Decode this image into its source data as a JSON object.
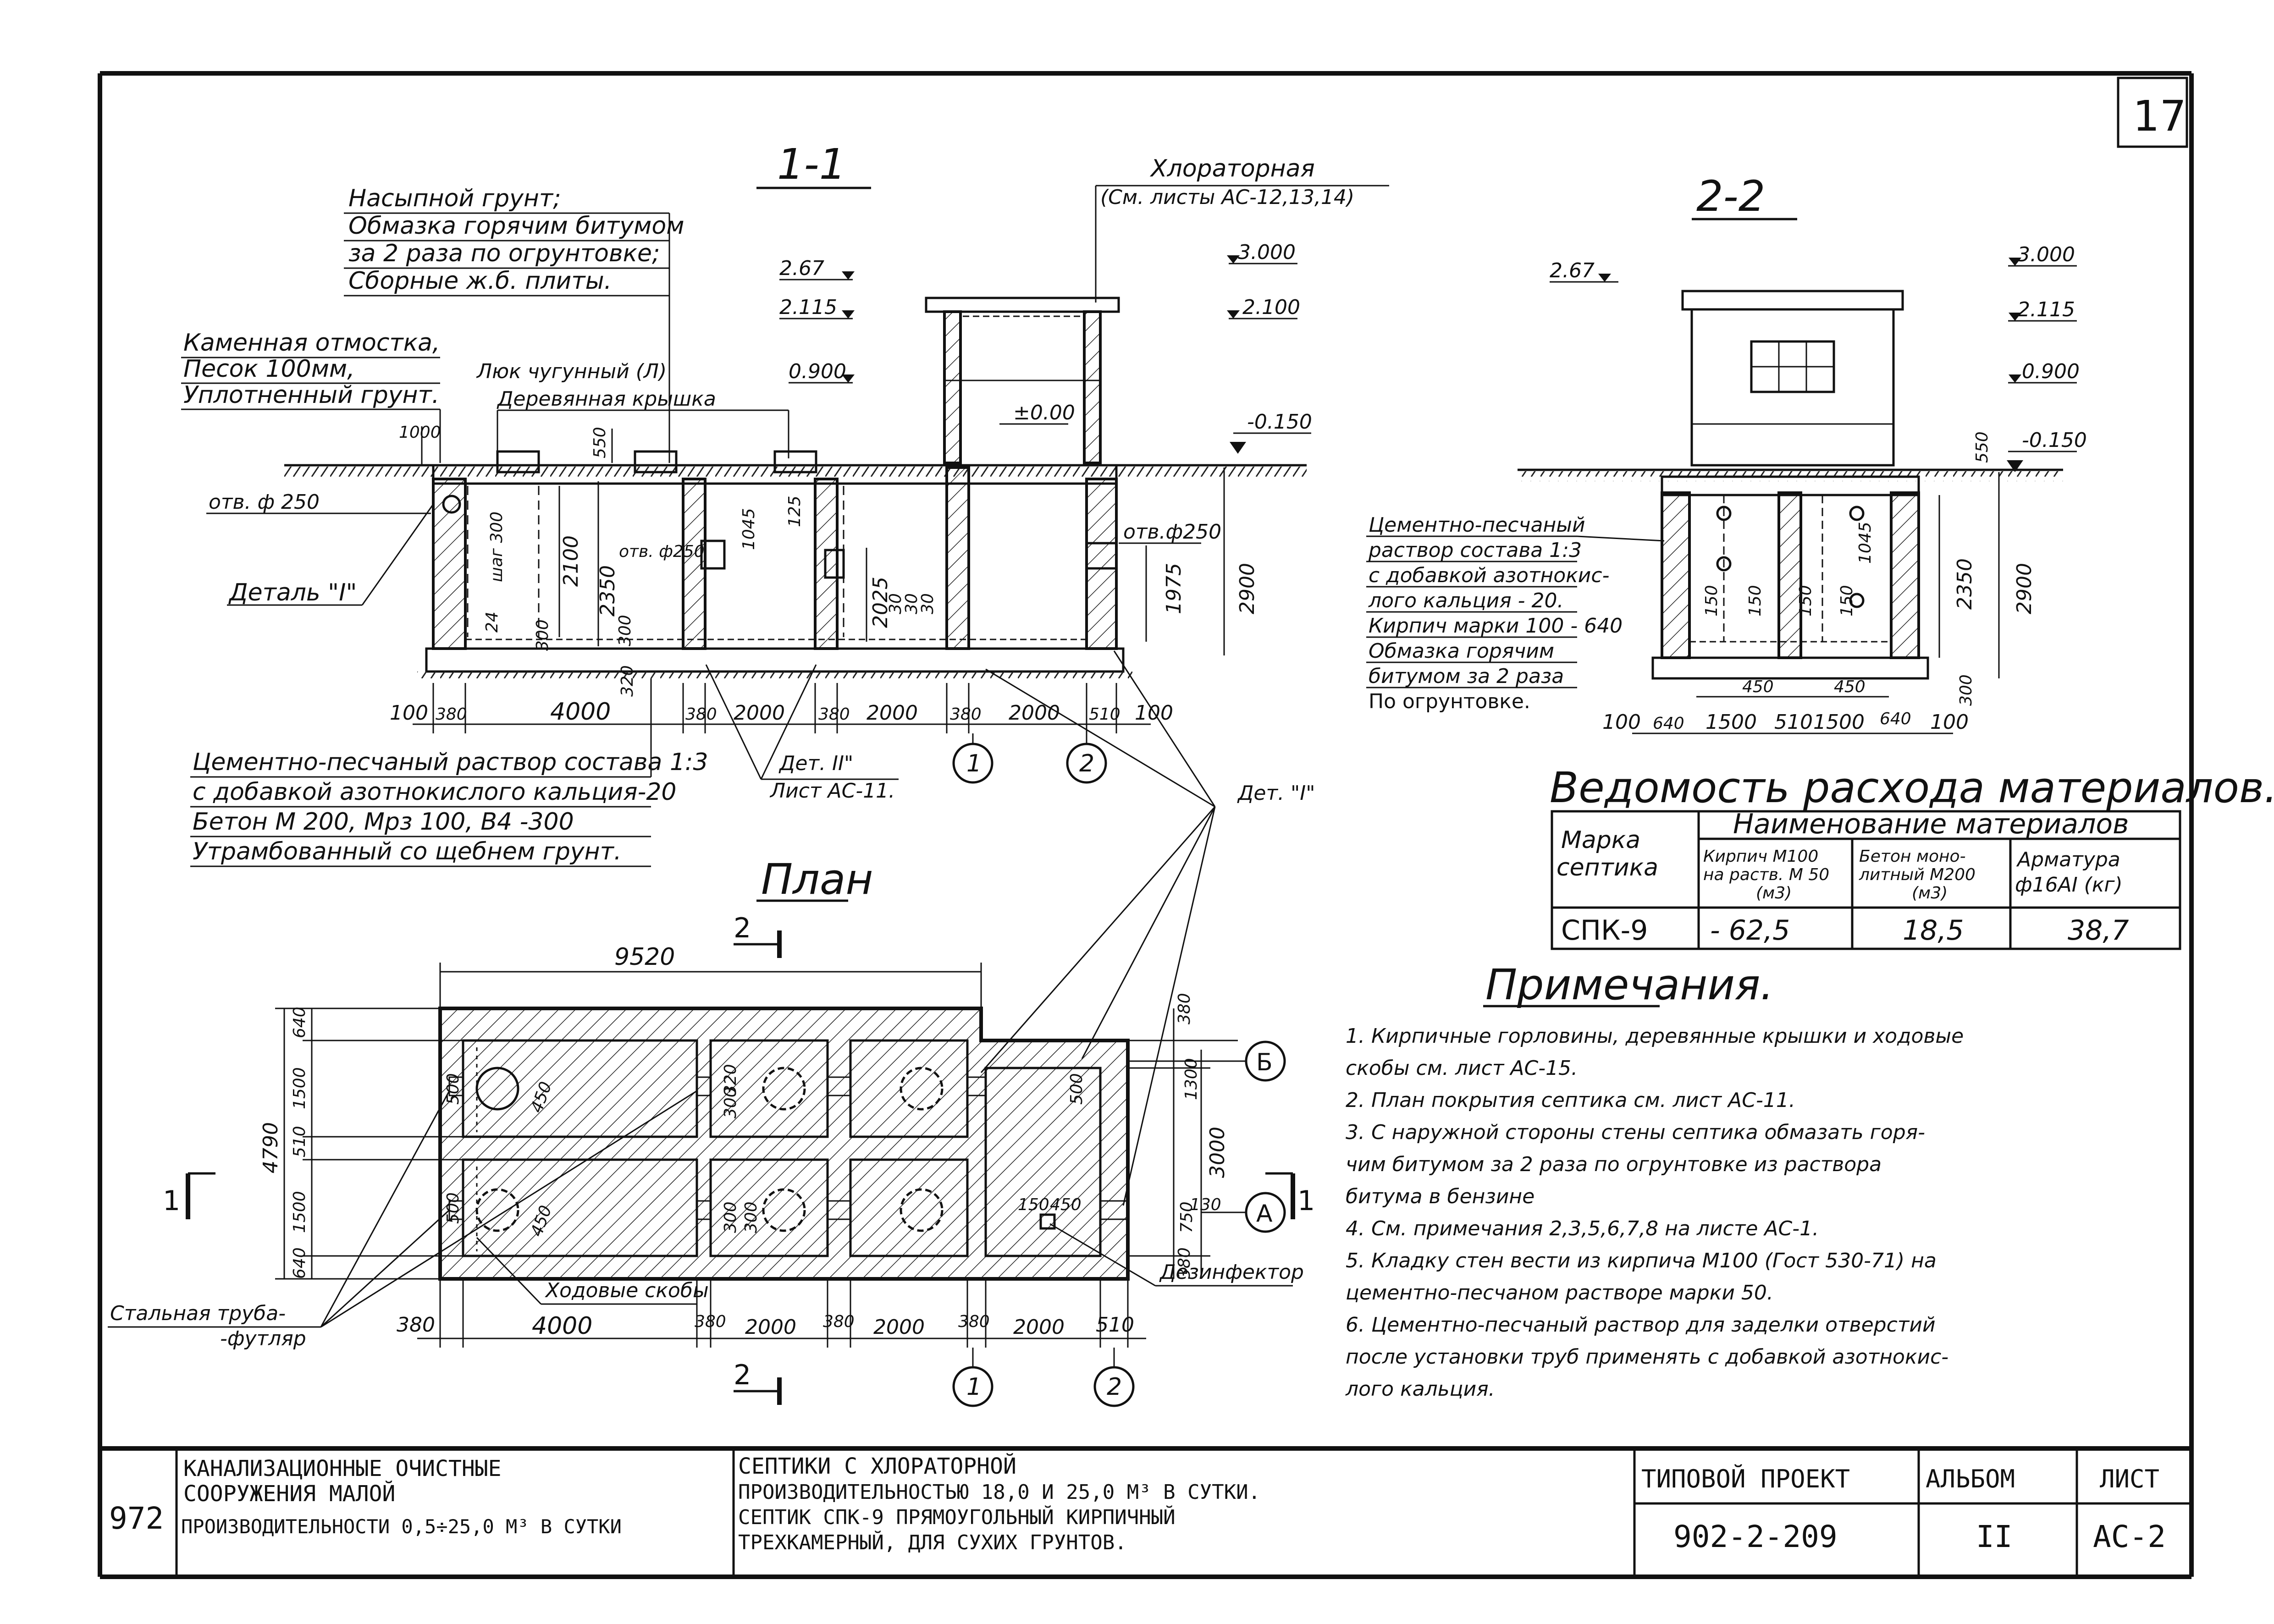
{
  "sheet_number": "17",
  "archive_number": "972",
  "section_1_1": {
    "title": "1-1",
    "layers_label_lines": [
      "Насыпной грунт;",
      "Обмазка горячим битумом",
      "за 2 раза по огрунтовке;",
      "Сборные ж.б. плиты."
    ],
    "chlorination_lines": [
      "Хлораторная",
      "(См. листы АС-12,13,14)"
    ],
    "paving_lines": [
      "Каменная отмостка,",
      "Песок 100мм,",
      "Уплотненный грунт."
    ],
    "hatch_label": "Люк чугунный (Л)",
    "lid_label": "Деревянная крышка",
    "pipe_left": "отв. ф 250",
    "detail_1": "Деталь \"I\"",
    "opening_mid": "отв. ф250",
    "opening_right": "отв.ф250",
    "steps_label": "шаг 300",
    "levels": [
      "2.67",
      "2.115",
      "0.900",
      "±0.00",
      "3.000",
      "2.100",
      "-0.150"
    ],
    "dims_vertical": [
      "1000",
      "550",
      "2100",
      "2350",
      "1045",
      "125",
      "2025",
      "1975",
      "2900",
      "300",
      "320",
      "24",
      "30",
      "30",
      "30",
      "300"
    ],
    "dims_horizontal": [
      "100",
      "380",
      "4000",
      "380",
      "2000",
      "380",
      "2000",
      "380",
      "2000",
      "510",
      "100"
    ],
    "base_lines": [
      "Цементно-песчаный раствор состава 1:3",
      "с добавкой азотнокислого кальция-20",
      "Бетон М 200, Мрз 100, В4  -300",
      "Утрамбованный со щебнем грунт."
    ],
    "detail_2_lines": [
      "Дет. II\"",
      "Лист АС-11."
    ],
    "axis_1": "1",
    "axis_2": "2",
    "detail_1_short": "Дет. \"I\""
  },
  "section_2_2": {
    "title": "2-2",
    "levels": [
      "2.67",
      "3.000",
      "2.115",
      "0.900",
      "-0.150"
    ],
    "note_lines": [
      "Цементно-песчаный",
      "раствор состава 1:3",
      "с добавкой азотнокис-",
      "лого кальция - 20.",
      "Кирпич марки 100 - 640",
      "Обмазка горячим",
      "битумом за 2 раза",
      "По огрунтовке."
    ],
    "dims_vertical": [
      "550",
      "1045",
      "2350",
      "2900",
      "300",
      "150",
      "150",
      "150",
      "150"
    ],
    "dims_horizontal": [
      "100",
      "640",
      "1500",
      "510",
      "1500",
      "640",
      "100"
    ],
    "dims_inner": [
      "450",
      "450"
    ]
  },
  "plan": {
    "title": "План",
    "section_mark": "2",
    "section_mark_1": "1",
    "overall_length": "9520",
    "overall_width": "4790",
    "dims_vertical": [
      "640",
      "1500",
      "510",
      "1500",
      "640"
    ],
    "dims_right": [
      "380",
      "1300",
      "3000",
      "750",
      "130",
      "380"
    ],
    "dims_inner": [
      "500",
      "500",
      "450",
      "450",
      "320",
      "300",
      "300",
      "300",
      "150",
      "450",
      "500"
    ],
    "dims_horizontal": [
      "380",
      "4000",
      "380",
      "2000",
      "380",
      "2000",
      "380",
      "2000",
      "510"
    ],
    "axis_b": "Б",
    "axis_a": "А",
    "axis_1": "1",
    "axis_2": "2",
    "steps_label": "Ходовые скобы",
    "pipe_sleeve_lines": [
      "Стальная труба-",
      "-футляр"
    ],
    "disinfector_label": "Дезинфектор"
  },
  "materials_table": {
    "title": "Ведомость расхода материалов.",
    "col_mark_lines": [
      "Марка",
      "септика"
    ],
    "col_group": "Наименование материалов",
    "col_brick_lines": [
      "Кирпич М100",
      "на раств. М 50",
      "(м3)"
    ],
    "col_concrete_lines": [
      "Бетон моно-",
      "литный М200",
      "(м3)"
    ],
    "col_rebar_lines": [
      "Арматура",
      "ф16АI (кг)"
    ],
    "row_mark": "СПК-9",
    "row_brick": "- 62,5",
    "row_concrete": "18,5",
    "row_rebar": "38,7"
  },
  "notes": {
    "title": "Примечания.",
    "lines": [
      "1. Кирпичные горловины, деревянные крышки и ходовые",
      "скобы см. лист АС-15.",
      "2. План покрытия септика см. лист АС-11.",
      "3. С наружной стороны стены септика обмазать горя-",
      "чим битумом за 2 раза по огрунтовке из раствора",
      "битума в бензине",
      "4. См. примечания 2,3,5,6,7,8 на листе АС-1.",
      "5. Кладку стен вести из кирпича М100 (Гост 530-71) на",
      "цементно-песчаном растворе марки 50.",
      "6. Цементно-песчаный раствор для заделки отверстий",
      "после установки труб применять с добавкой азотнокис-",
      "лого кальция."
    ]
  },
  "title_block": {
    "col1_lines": [
      "КАНАЛИЗАЦИОННЫЕ ОЧИСТНЫЕ",
      "СООРУЖЕНИЯ МАЛОЙ",
      "ПРОИЗВОДИТЕЛЬНОСТИ 0,5÷25,0 М³ В СУТКИ"
    ],
    "col2_lines": [
      "СЕПТИКИ С ХЛОРАТОРНОЙ",
      "ПРОИЗВОДИТЕЛЬНОСТЬЮ 18,0 И 25,0 М³ В СУТКИ.",
      "СЕПТИК СПК-9 ПРЯМОУГОЛЬНЫЙ КИРПИЧНЫЙ",
      "ТРЕХКАМЕРНЫЙ, ДЛЯ СУХИХ ГРУНТОВ."
    ],
    "project_label": "ТИПОВОЙ ПРОЕКТ",
    "project_value": "902-2-209",
    "album_label": "АЛЬБОМ",
    "album_value": "II",
    "sheet_label": "ЛИСТ",
    "sheet_value": "АС-2"
  }
}
